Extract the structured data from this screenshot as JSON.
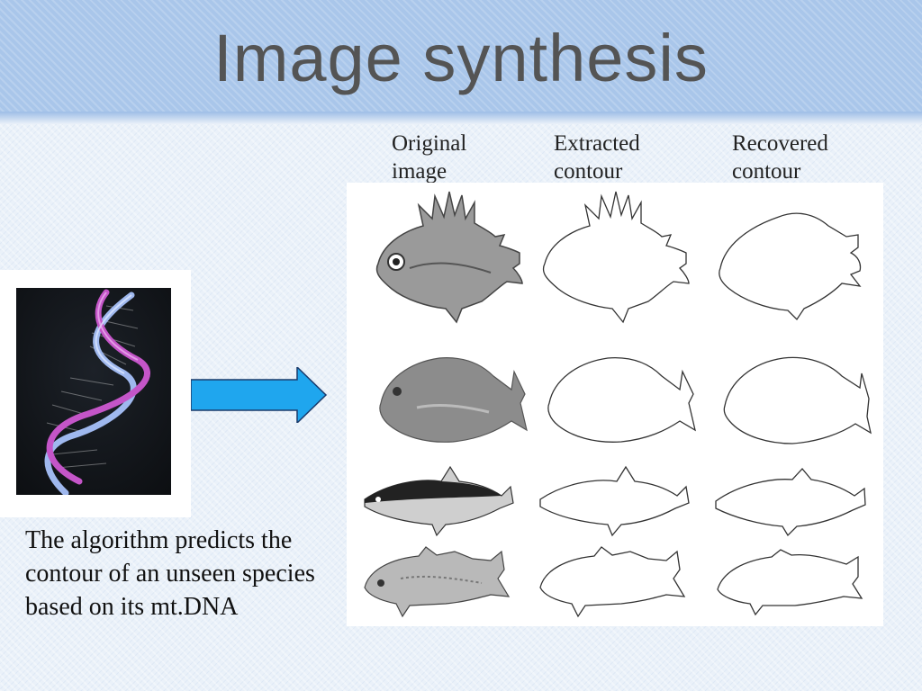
{
  "slide": {
    "title": "Image synthesis",
    "columns": [
      {
        "label": "Original image"
      },
      {
        "label": "Extracted contour"
      },
      {
        "label": "Recovered contour"
      }
    ],
    "caption": "The algorithm predicts the contour of an unseen species based on its mt.DNA"
  },
  "colors": {
    "title_band": "#a9c6ea",
    "arrow_fill": "#1fa6ee",
    "dna_background": "#121519",
    "dna_strand_pink": "#c455c8",
    "dna_strand_blue": "#9fb8ee"
  },
  "icons": {
    "arrow": "right-arrow-icon",
    "dna": "dna-helix-image"
  }
}
